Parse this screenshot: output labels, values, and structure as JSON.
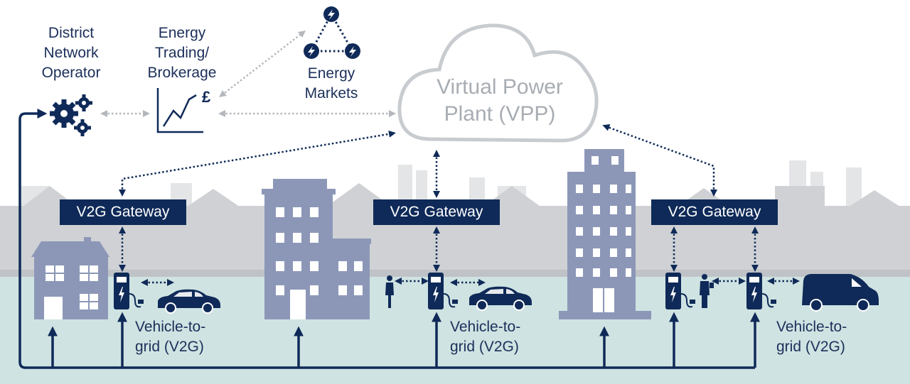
{
  "actors": {
    "dno": [
      "District",
      "Network",
      "Operator"
    ],
    "trading": [
      "Energy",
      "Trading/",
      "Brokerage"
    ],
    "markets": [
      "Energy",
      "Markets"
    ]
  },
  "vpp": [
    "Virtual Power",
    "Plant (VPP)"
  ],
  "gateways": [
    "V2G Gateway",
    "V2G Gateway",
    "V2G Gateway"
  ],
  "v2g_labels": [
    [
      "Vehicle-to-",
      "grid (V2G)"
    ],
    [
      "Vehicle-to-",
      "grid (V2G)"
    ],
    [
      "Vehicle-to-",
      "grid (V2G)"
    ]
  ],
  "currency_symbol": "£",
  "icons": [
    "gears-icon",
    "trading-chart-icon",
    "market-triangle-icon",
    "cloud-icon",
    "charger-icon",
    "car-icon",
    "van-icon",
    "person-icon"
  ],
  "colors": {
    "navy": "#0f2a58",
    "building": "#8c97b8",
    "ground": "#cfe3e2",
    "skyline": "#d9dbdd",
    "dotted_grey": "#b4b8bc"
  }
}
